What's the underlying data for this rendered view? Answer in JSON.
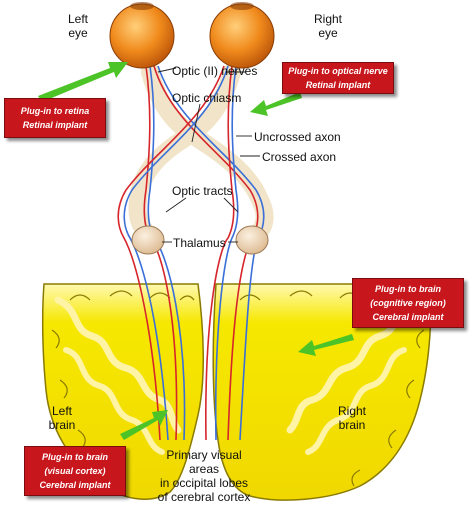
{
  "colors": {
    "eye": "#f08a1c",
    "cortex": "#f6e800",
    "gyrus": "#fff3a6",
    "red_axon": "#d6252b",
    "blue_axon": "#3a6fd8",
    "implant_box": "#c8161d",
    "arrow": "#4cc326",
    "thalamus": "#f3dcc0"
  },
  "labels": {
    "left_eye": [
      "Left",
      "eye"
    ],
    "right_eye": [
      "Right",
      "eye"
    ],
    "optic_nerves": "Optic (II) nerves",
    "optic_chiasm": "Optic chiasm",
    "uncrossed_axon": "Uncrossed axon",
    "crossed_axon": "Crossed axon",
    "optic_tracts": "Optic tracts",
    "thalamus": "Thalamus",
    "left_brain": [
      "Left",
      "brain"
    ],
    "right_brain": [
      "Right",
      "brain"
    ],
    "primary_visual": [
      "Primary visual",
      "areas",
      "in occipital lobes",
      "of cerebral cortex"
    ]
  },
  "implants": {
    "retina": [
      "Plug-in to retina",
      "Retinal implant"
    ],
    "optic_nerve": [
      "Plug-in to optical nerve",
      "Retinal implant"
    ],
    "brain_cognitive": [
      "Plug-in to brain",
      "(cognitive region)",
      "Cerebral implant"
    ],
    "brain_visual": [
      "Plug-in to brain",
      "(visual cortex)",
      "Cerebral implant"
    ]
  }
}
